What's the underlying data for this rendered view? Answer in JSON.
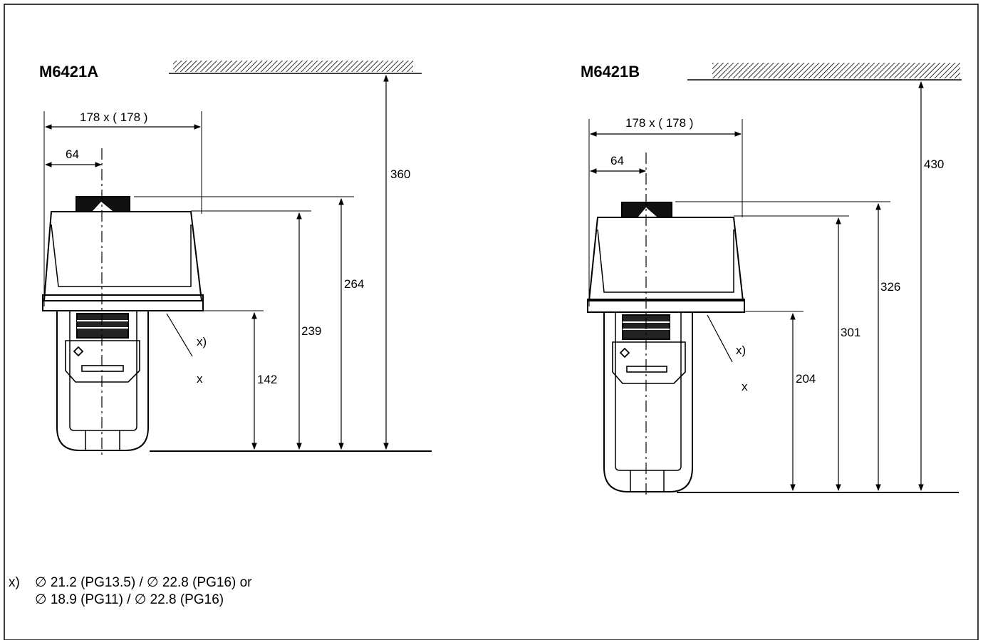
{
  "diagrams": {
    "a": {
      "model": "M6421A",
      "width_label": "178 x ( 178 )",
      "offset_label": "64",
      "heights": {
        "total": "360",
        "top": "264",
        "body": "239",
        "lower": "142"
      },
      "callout_bracket": "x)",
      "callout_x": "x"
    },
    "b": {
      "model": "M6421B",
      "width_label": "178 x ( 178 )",
      "offset_label": "64",
      "heights": {
        "total": "430",
        "top": "326",
        "body": "301",
        "lower": "204"
      },
      "callout_bracket": "x)",
      "callout_x": "x"
    }
  },
  "footnote": {
    "marker": "x)",
    "line1": "∅ 21.2 (PG13.5) / ∅ 22.8 (PG16) or",
    "line2": "∅ 18.9 (PG11) / ∅ 22.8 (PG16)"
  },
  "colors": {
    "line": "#000000",
    "background": "#ffffff"
  }
}
